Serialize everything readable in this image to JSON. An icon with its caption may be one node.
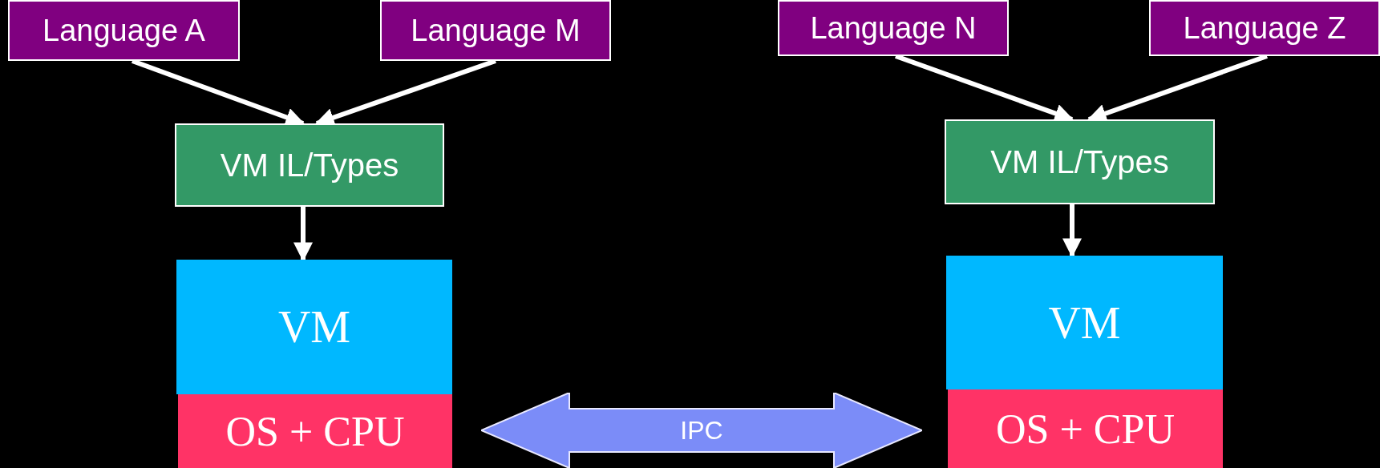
{
  "diagram": {
    "nodes": [
      {
        "text": [
          "Language A"
        ]
      },
      {
        "text": [
          "Language M"
        ]
      },
      {
        "text": [
          "Language N"
        ]
      },
      {
        "text": [
          "Language Z"
        ]
      },
      {
        "text": [
          "VM IL/Types"
        ]
      },
      {
        "text": [
          "VM IL/Types"
        ]
      },
      {
        "text": [
          "VM"
        ]
      },
      {
        "text": [
          "OS + CPU"
        ]
      },
      {
        "text": [
          "VM"
        ]
      },
      {
        "text": [
          "OS + CPU"
        ]
      },
      {
        "text": [
          "IPC"
        ]
      }
    ],
    "edges": [
      {
        "from": 0,
        "to": 4,
        "arrow": "to"
      },
      {
        "from": 1,
        "to": 4,
        "arrow": "to"
      },
      {
        "from": 2,
        "to": 5,
        "arrow": "to"
      },
      {
        "from": 3,
        "to": 5,
        "arrow": "to"
      },
      {
        "from": 4,
        "to": 6,
        "arrow": "to"
      },
      {
        "from": 5,
        "to": 8,
        "arrow": "to"
      }
    ]
  }
}
